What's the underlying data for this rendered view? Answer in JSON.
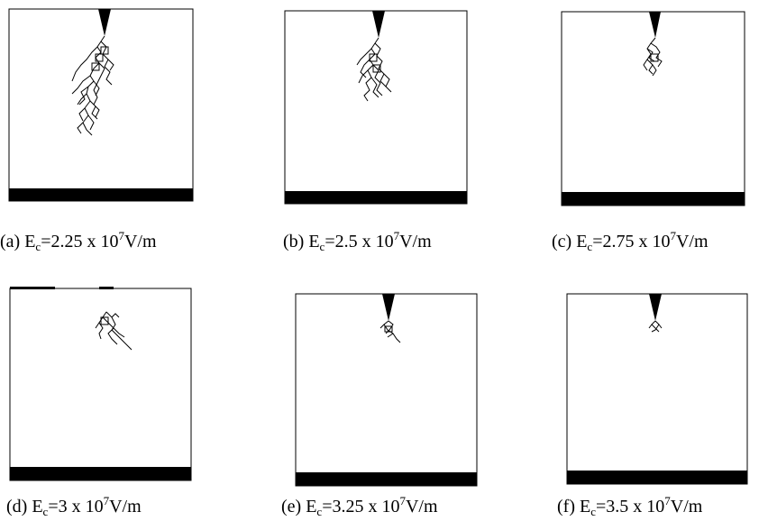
{
  "panels": [
    {
      "id": "a",
      "prefix": "(a) E",
      "sub": "c",
      "value": "=2.25 x 10",
      "sup": "7",
      "unit": "V/m"
    },
    {
      "id": "b",
      "prefix": "(b) E",
      "sub": "c",
      "value": "=2.5 x 10",
      "sup": "7",
      "unit": "V/m"
    },
    {
      "id": "c",
      "prefix": "(c) E",
      "sub": "c",
      "value": "=2.75 x 10",
      "sup": "7",
      "unit": "V/m"
    },
    {
      "id": "d",
      "prefix": "(d) E",
      "sub": "c",
      "value": "=3 x 10",
      "sup": "7",
      "unit": "V/m"
    },
    {
      "id": "e",
      "prefix": "(e) E",
      "sub": "c",
      "value": "=3.25 x 10",
      "sup": "7",
      "unit": "V/m"
    },
    {
      "id": "f",
      "prefix": "(f) E",
      "sub": "c",
      "value": "=3.5 x 10",
      "sup": "7",
      "unit": "V/m"
    }
  ]
}
